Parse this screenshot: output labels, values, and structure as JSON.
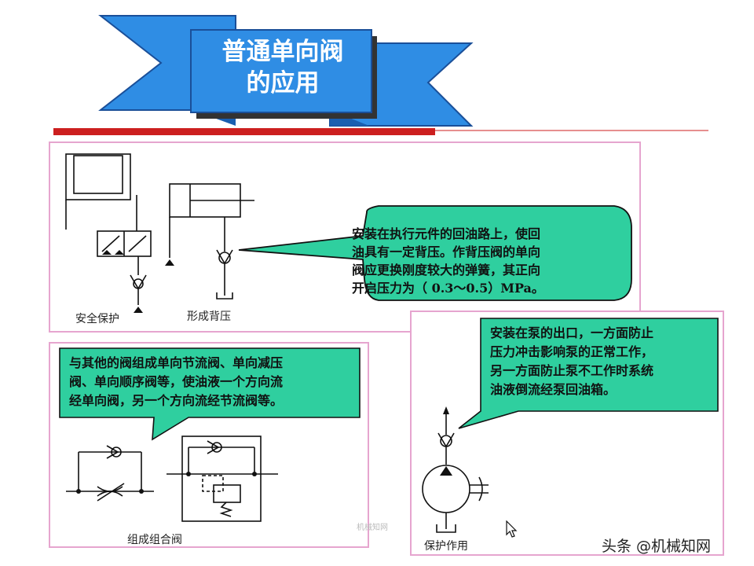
{
  "title_line1": "普通单向阀",
  "title_line2": "的应用",
  "bubble_backpressure": [
    "安装在执行元件的回油路上，使回",
    "油具有一定背压。作背压阀的单向",
    "阀应更换刚度较大的弹簧，其正向",
    "开启压力为（  0.3～0.5）MPa。"
  ],
  "bubble_combination": [
    "与其他的阀组成单向节流阀、单向减压",
    "阀、单向顺序阀等，使油液一个方向流",
    "经单向阀，另一个方向流经节流阀等。"
  ],
  "bubble_pump": [
    "安装在泵的出口，一方面防止",
    "压力冲击影响泵的正常工作，",
    "另一方面防止泵不工作时系统",
    "油液倒流经泵回油箱。"
  ],
  "label_safety": "安全保护",
  "label_backpressure": "形成背压",
  "label_combination": "组成组合阀",
  "label_protection": "保护作用",
  "watermark": "机械知网",
  "brand": "头条 @机械知网",
  "colors": {
    "banner_blue": "#2f8de4",
    "bubble_green": "#2fcf9f",
    "panel_border": "#e6a5cf",
    "red_line": "#cc1f1f"
  }
}
